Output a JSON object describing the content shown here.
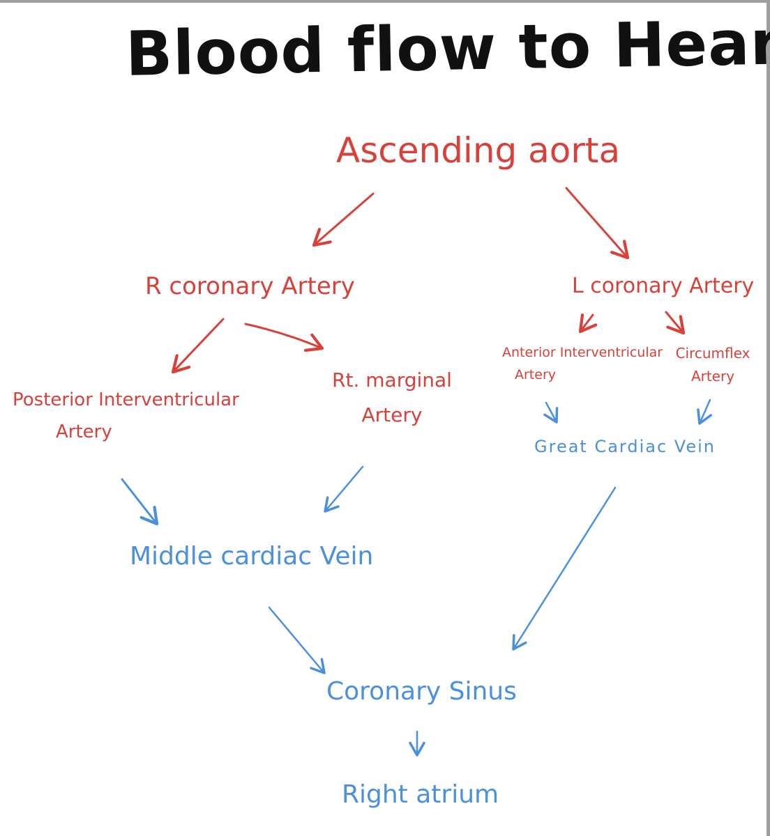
{
  "title": "Blood flow to Heart",
  "colors": {
    "artery": "#d9403a",
    "vein": "#4a90dd",
    "title": "#111111"
  },
  "nodes": {
    "ascending_aorta": "Ascending aorta",
    "r_coronary": "R coronary Artery",
    "l_coronary": "L coronary Artery",
    "posterior_interventricular": [
      "Posterior Interventricular",
      "Artery"
    ],
    "rt_marginal": [
      "Rt. marginal",
      "Artery"
    ],
    "anterior_interventricular": [
      "Anterior Interventricular",
      "Artery"
    ],
    "circumflex": [
      "Circumflex",
      "Artery"
    ],
    "great_cardiac_vein": "Great Cardiac Vein",
    "middle_cardiac_vein": "Middle cardiac Vein",
    "coronary_sinus": "Coronary Sinus",
    "right_atrium": "Right atrium"
  }
}
